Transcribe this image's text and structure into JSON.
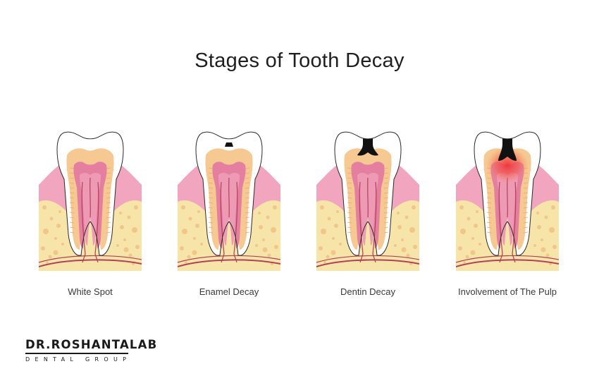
{
  "title": "Stages of Tooth Decay",
  "stages": [
    {
      "label": "White Spot",
      "decay_level": 0
    },
    {
      "label": "Enamel Decay",
      "decay_level": 1
    },
    {
      "label": "Dentin Decay",
      "decay_level": 2
    },
    {
      "label": "Involvement of The Pulp",
      "decay_level": 3
    }
  ],
  "logo": {
    "name": "DR.ROSHANTALAB",
    "subtitle": "DENTAL GROUP"
  },
  "colors": {
    "gum": "#f2a5be",
    "bone": "#f7e4a8",
    "bone_dots": "#f1c68b",
    "dentin": "#f6c892",
    "pulp": "#e47fa0",
    "nerve": "#b3405a",
    "enamel": "#ffffff",
    "decay": "#111111",
    "inflammation": "#f0423c"
  }
}
